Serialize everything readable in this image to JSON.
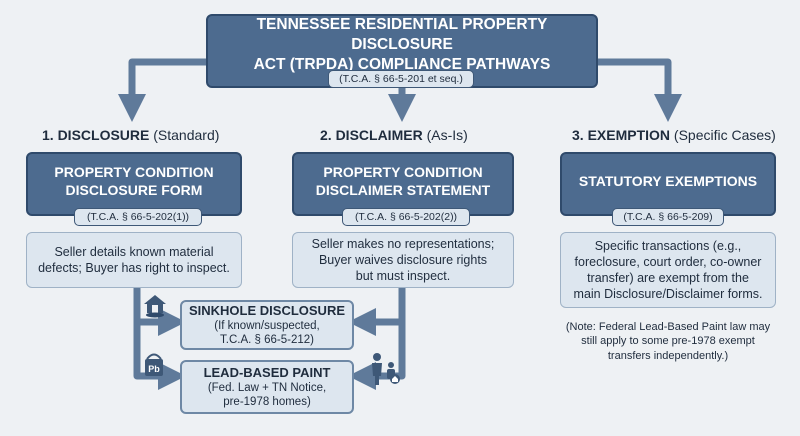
{
  "title": {
    "line1": "TENNESSEE RESIDENTIAL PROPERTY DISCLOSURE",
    "line2": "ACT (TRPDA) COMPLIANCE PATHWAYS",
    "citation": "(T.C.A. § 66-5-201 et seq.)"
  },
  "columns": [
    {
      "heading_bold": "1. DISCLOSURE",
      "heading_rest": " (Standard)",
      "box_line1": "PROPERTY CONDITION",
      "box_line2": "DISCLOSURE FORM",
      "citation": "(T.C.A. § 66-5-202(1))",
      "desc_line1": "Seller details known material",
      "desc_line2": "defects; Buyer has right to inspect."
    },
    {
      "heading_bold": "2. DISCLAIMER",
      "heading_rest": " (As-Is)",
      "box_line1": "PROPERTY CONDITION",
      "box_line2": "DISCLAIMER STATEMENT",
      "citation": "(T.C.A. § 66-5-202(2))",
      "desc_line1": "Seller makes no representations;",
      "desc_line2": "Buyer waives disclosure rights",
      "desc_line3": "but must inspect."
    },
    {
      "heading_bold": "3. EXEMPTION",
      "heading_rest": " (Specific Cases)",
      "box_line1": "STATUTORY EXEMPTIONS",
      "citation": "(T.C.A. § 66-5-209)",
      "desc_line1": "Specific transactions (e.g.,",
      "desc_line2": "foreclosure, court order, co-owner",
      "desc_line3": "transfer) are exempt from the",
      "desc_line4": "main Disclosure/Disclaimer forms.",
      "note_line1": "(Note: Federal Lead-Based Paint law may",
      "note_line2": "still apply to some pre-1978 exempt",
      "note_line3": "transfers independently.)"
    }
  ],
  "sinkhole": {
    "title": "SINKHOLE DISCLOSURE",
    "line1": "(If known/suspected,",
    "line2": "T.C.A. § 66-5-212)"
  },
  "lead_paint": {
    "title": "LEAD-BASED PAINT",
    "line1": "(Fed. Law + TN Notice,",
    "line2": "pre-1978 homes)",
    "icon_label": "Pb"
  },
  "icons": [
    "house-sinkhole-icon",
    "paint-can-icon",
    "family-icon"
  ],
  "colors": {
    "navy": "#4d6b8f",
    "navy_border": "#2f4a6b",
    "light_fill": "#dde6ef",
    "arrow": "#5f7a9a",
    "background": "#eef1f4"
  }
}
